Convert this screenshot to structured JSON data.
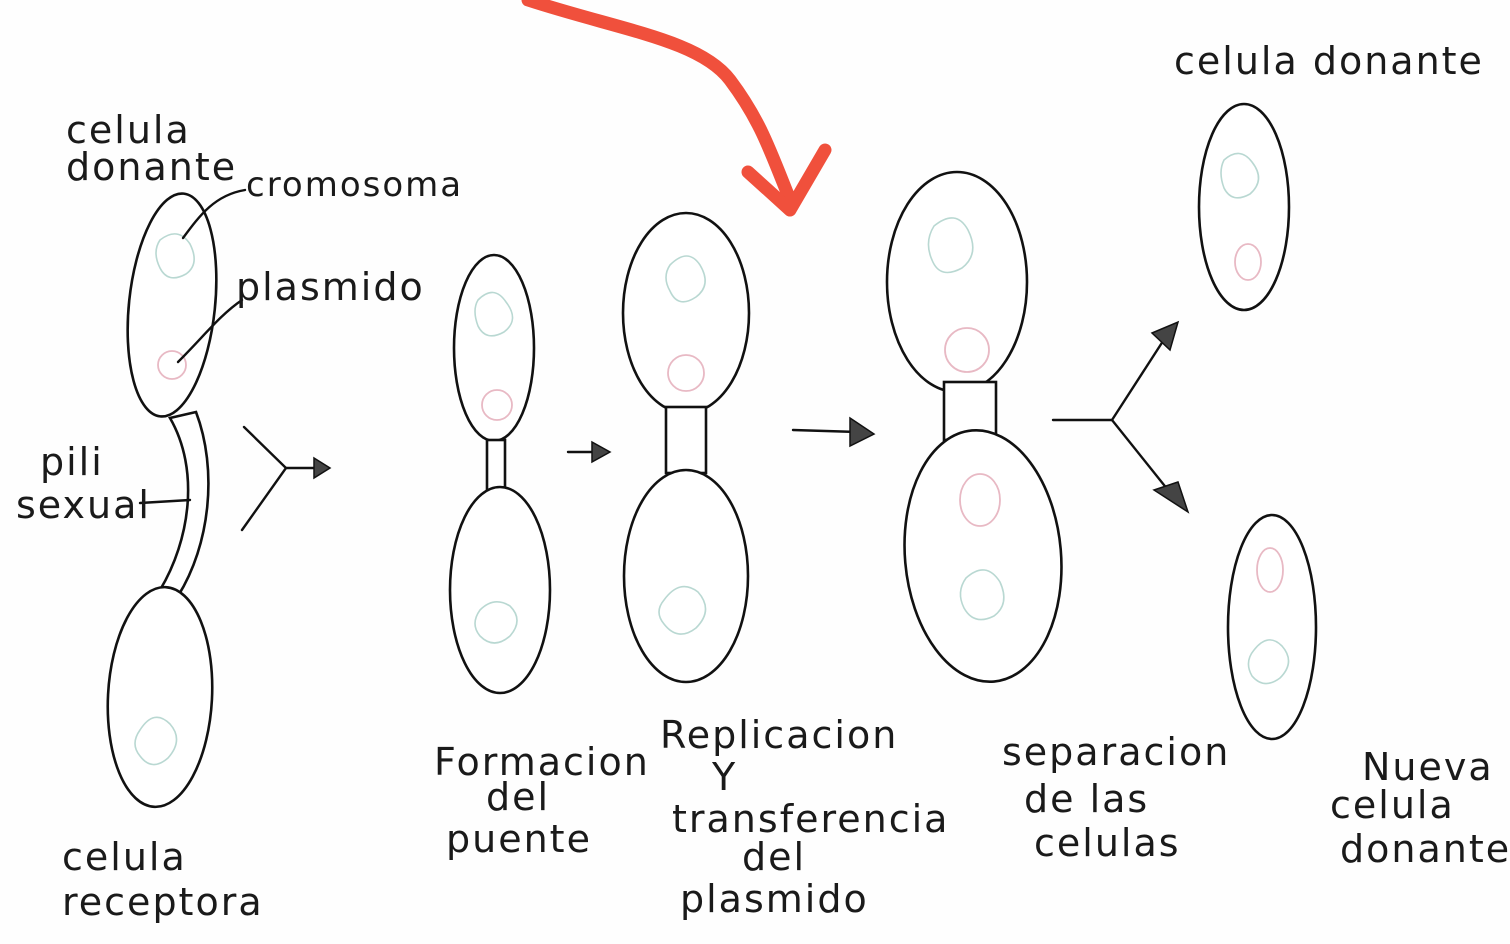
{
  "labels": {
    "donor_cell_left": [
      "celula",
      "donante"
    ],
    "chromosome": "cromosoma",
    "plasmid": "plasmido",
    "pili": [
      "pili",
      "sexual"
    ],
    "recipient_cell": [
      "celula",
      "receptora"
    ],
    "donor_cell_right": "celula donante",
    "step_bridge": [
      "Formacion",
      "del",
      "puente"
    ],
    "step_replication": [
      "Replicacion",
      "Y",
      "transferencia",
      "del",
      "plasmido"
    ],
    "step_separation": [
      "separacion",
      "de las",
      "celulas"
    ],
    "step_new_donor": [
      "Nueva",
      "celula",
      "donante"
    ]
  },
  "colors": {
    "ink": "#111111",
    "highlight_arrow": "#f0503c",
    "chromosome": "#b9d8d2",
    "plasmid": "#e8b9c4"
  }
}
